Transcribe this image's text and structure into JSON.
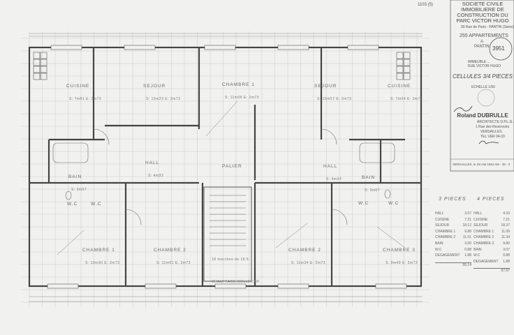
{
  "corner_ref": "1103 (5)",
  "title_block": {
    "company": [
      "SOCIETE CIVILE IMMOBILIERE DE",
      "CONSTRUCTION DU PARC VICTOR HUGO",
      "90 Rue de Paris - PANTIN (Seine)"
    ],
    "project": [
      "255 APPARTEMENTS",
      "A",
      "PANTIN"
    ],
    "stamp_number": "3951",
    "building": [
      "IMMEUBLE ...",
      "RUE VICTOR HUGO"
    ],
    "drawing": "CELLULES 3/4 PIECES",
    "scale": "ECHELLE 1/50",
    "architect": [
      "Roland DUBRULLE",
      "ARCHITECTE D.P.L.G.",
      "1 Rue des Reservoirs",
      "VERSAILLES",
      "TEL VER 04-33"
    ],
    "date": "VERSAILLES, le 29 mai 1961",
    "ref": "AM - 39 - 3"
  },
  "rooms": [
    {
      "name": "CUISINE",
      "area": "S: 7m81   E: 2m73"
    },
    {
      "name": "SEJOUR",
      "area": "S: 15m23   E: 2m73"
    },
    {
      "name": "CHAMBRE 1",
      "area": "S: 11m06   E: 2m73"
    },
    {
      "name": "SEJOUR",
      "area": "S: 15m57   E: 2m73"
    },
    {
      "name": "CUISINE",
      "area": "S: 7m04   E: 2m73"
    },
    {
      "name": "HALL",
      "area": "S: 4m33"
    },
    {
      "name": "PALIER",
      "area": ""
    },
    {
      "name": "HALL",
      "area": "S: 4m33"
    },
    {
      "name": "BAIN",
      "area": "S: 3m07"
    },
    {
      "name": "BAIN",
      "area": "S: 3m07"
    },
    {
      "name": "W.C",
      "area": ""
    },
    {
      "name": "W.C",
      "area": ""
    },
    {
      "name": "W.C",
      "area": ""
    },
    {
      "name": "W.C",
      "area": ""
    },
    {
      "name": "CHAMBRE 1",
      "area": "S: 10m90   E: 2m73"
    },
    {
      "name": "CHAMBRE 2",
      "area": "S: 11m01   E: 2m73"
    },
    {
      "name": "CHAMBRE 2",
      "area": "S: 11m34   E: 2m73"
    },
    {
      "name": "CHAMBRE 3",
      "area": "S: 9m49   E: 2m73"
    }
  ],
  "stairs_note": "18 marches de 16.5",
  "heating_note": "CHAUFFAGE COLLECTIF",
  "tables": [
    {
      "title": "3 PIECES",
      "rows": [
        [
          "HALL",
          "3.07"
        ],
        [
          "CUISINE",
          "7.21"
        ],
        [
          "SEJOUR",
          "18.12"
        ],
        [
          "CHAMBRE 1",
          "9.88"
        ],
        [
          "CHAMBRE 2",
          "11.01"
        ],
        [
          "BAIN",
          "3.00"
        ],
        [
          "W.C",
          "0.88"
        ],
        [
          "DEGAGEMENT",
          "1.88"
        ]
      ],
      "total": "55.14"
    },
    {
      "title": "4 PIECES",
      "rows": [
        [
          "HALL",
          "4.33"
        ],
        [
          "CUISINE",
          "7.21"
        ],
        [
          "SEJOUR",
          "18.37"
        ],
        [
          "CHAMBRE 1",
          "11.09"
        ],
        [
          "CHAMBRE 2",
          "11.34"
        ],
        [
          "CHAMBRE 3",
          "9.80"
        ],
        [
          "BAIN",
          "3.07"
        ],
        [
          "W.C",
          "0.88"
        ],
        [
          "DEGAGEMENT",
          "1.88"
        ]
      ],
      "total": "67.97"
    }
  ]
}
